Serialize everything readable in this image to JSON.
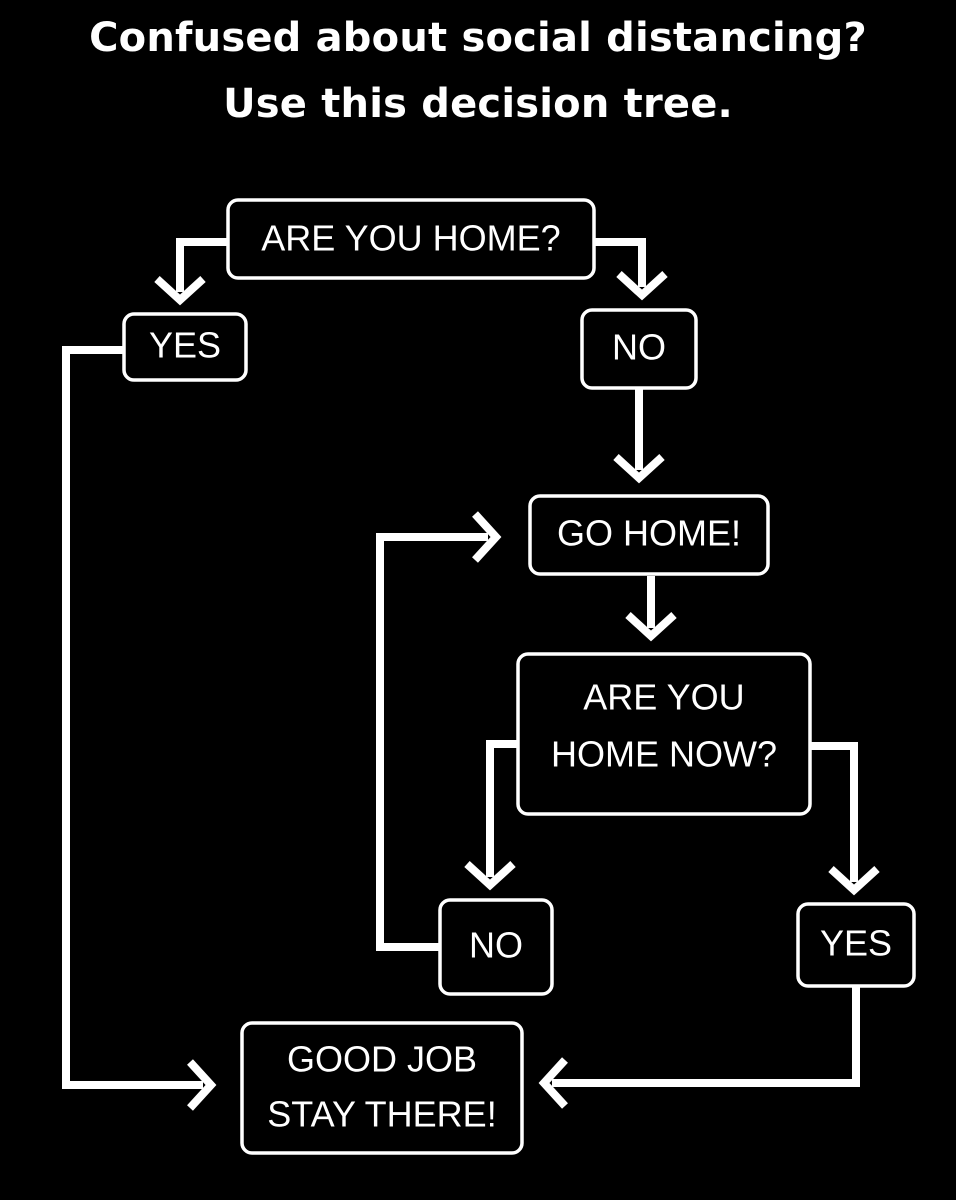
{
  "header": {
    "title_line1": "Confused about social distancing?",
    "title_line2": "Use this decision tree."
  },
  "nodes": {
    "are_you_home": "ARE YOU HOME?",
    "yes_1": "YES",
    "no_1": "NO",
    "go_home": "GO HOME!",
    "are_you_home_now_line1": "ARE YOU",
    "are_you_home_now_line2": "HOME NOW?",
    "no_2": "NO",
    "yes_2": "YES",
    "good_job_line1": "GOOD JOB",
    "good_job_line2": "STAY THERE!"
  },
  "colors": {
    "background": "#000000",
    "foreground": "#ffffff"
  }
}
